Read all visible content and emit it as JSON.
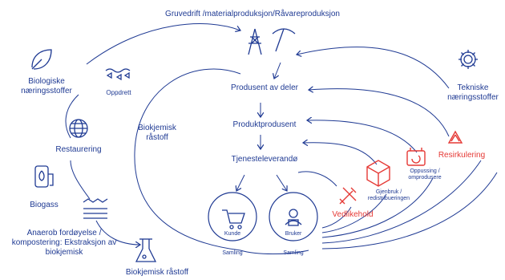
{
  "top_title": "Gruvedrift /materialproduksjon/Råvareproduksjon",
  "center_chain": [
    "Produsent av deler",
    "Produktprodusent",
    "Tjenesteleverandø"
  ],
  "left": {
    "bio_nutrients": "Biologiske\nnæringsstoffer",
    "oppdrett": "Oppdrett",
    "restaurering": "Restaurering",
    "biogass": "Biogass",
    "anaerob": "Anaerob fordøyelse /\nkompostering: Ekstraksjon av\nbiokjemisk",
    "biokjemisk_rastoff_inner": "Biokjemisk\nråstoff",
    "biokjemisk_rastoff_bottom": "Biokjemisk råstoff"
  },
  "bottom": {
    "kunde": "Kunde",
    "bruker": "Bruker",
    "samling_left": "Samling",
    "samling_right": "Samling"
  },
  "right": {
    "tekniske": "Tekniske\nnæringsstoffer",
    "vedlikehold": "Vedlikehold",
    "gjenbruk": "Gjenbruk /\nredistribueringen",
    "oppussing": "Oppussing /\nomprodusere",
    "resirkulering": "Resirkulering"
  },
  "colors": {
    "blue": "#1f3a93",
    "red": "#e53935",
    "gray": "#8a8fa3"
  }
}
